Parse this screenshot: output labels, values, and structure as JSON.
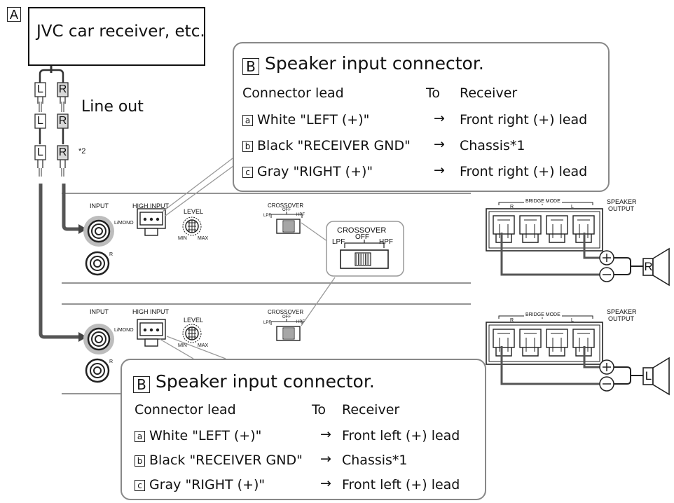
{
  "panel_label": "A",
  "source_box": {
    "label": "JVC car receiver, etc."
  },
  "line_out": {
    "label": "Line out",
    "plug_left": "L",
    "plug_right": "R",
    "footnote_mark": "*2"
  },
  "callout_top": {
    "badge": "B",
    "title": "Speaker input connector.",
    "col_lead": "Connector lead",
    "col_to": "To",
    "col_receiver": "Receiver",
    "rows": [
      {
        "mark": "a",
        "lead": "White \"LEFT (+)\"",
        "arrow": "→",
        "dest": "Front right (+) lead"
      },
      {
        "mark": "b",
        "lead": "Black \"RECEIVER GND\"",
        "arrow": "→",
        "dest": "Chassis*1"
      },
      {
        "mark": "c",
        "lead": "Gray \"RIGHT (+)\"",
        "arrow": "→",
        "dest": "Front right (+) lead"
      }
    ]
  },
  "callout_bottom": {
    "badge": "B",
    "title": "Speaker input connector.",
    "col_lead": "Connector lead",
    "col_to": "To",
    "col_receiver": "Receiver",
    "rows": [
      {
        "mark": "a",
        "lead": "White \"LEFT (+)\"",
        "arrow": "→",
        "dest": "Front left (+) lead"
      },
      {
        "mark": "b",
        "lead": "Black \"RECEIVER GND\"",
        "arrow": "→",
        "dest": "Chassis*1"
      },
      {
        "mark": "c",
        "lead": "Gray \"RIGHT (+)\"",
        "arrow": "→",
        "dest": "Front left (+) lead"
      }
    ]
  },
  "amp_panel": {
    "input": "INPUT",
    "input_lmono": "L/MONO",
    "input_r": "R",
    "high_input": "HIGH INPUT",
    "level": "LEVEL",
    "level_min": "MIN",
    "level_max": "MAX",
    "crossover": "CROSSOVER",
    "lpf": "LPF",
    "off": "OFF",
    "hpf": "HPF"
  },
  "speaker_output": {
    "bridge_mode": "BRIDGE MODE",
    "label_line1": "SPEAKER",
    "label_line2": "OUTPUT",
    "r": "R",
    "l": "L",
    "speaker_top": "R",
    "speaker_bottom": "L"
  }
}
